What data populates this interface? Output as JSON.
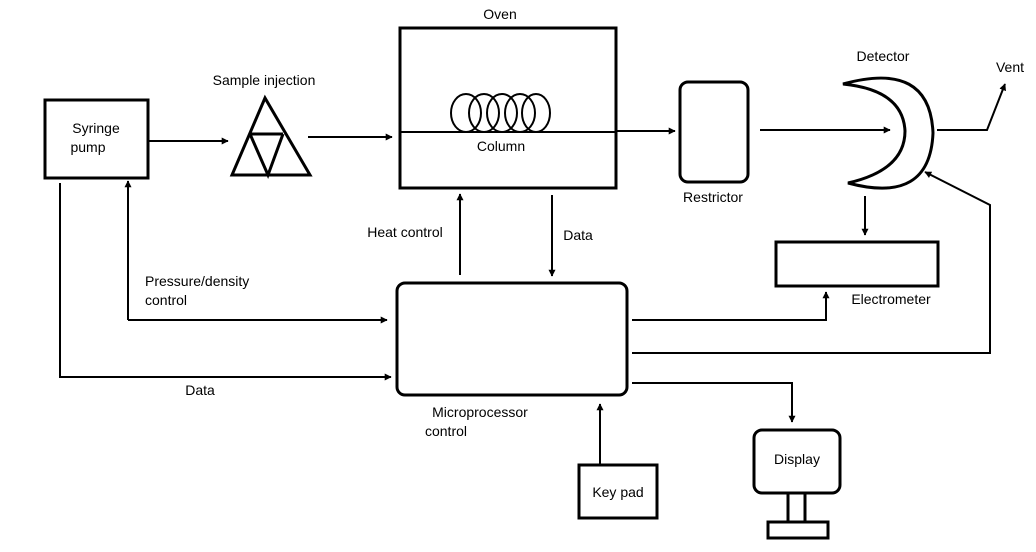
{
  "labels": {
    "syringe_1": "Syringe",
    "syringe_2": "pump",
    "sample_injection": "Sample injection",
    "oven": "Oven",
    "column": "Column",
    "restrictor": "Restrictor",
    "detector": "Detector",
    "vent": "Vent",
    "electrometer": "Electrometer",
    "heat_control": "Heat control",
    "data_oven": "Data",
    "pressure_1": "Pressure/density",
    "pressure_2": "control",
    "data_pump": "Data",
    "micro_1": "Microprocessor",
    "micro_2": "control",
    "key_pad": "Key pad",
    "display": "Display"
  },
  "colors": {
    "stroke": "#000000",
    "background": "#ffffff"
  }
}
